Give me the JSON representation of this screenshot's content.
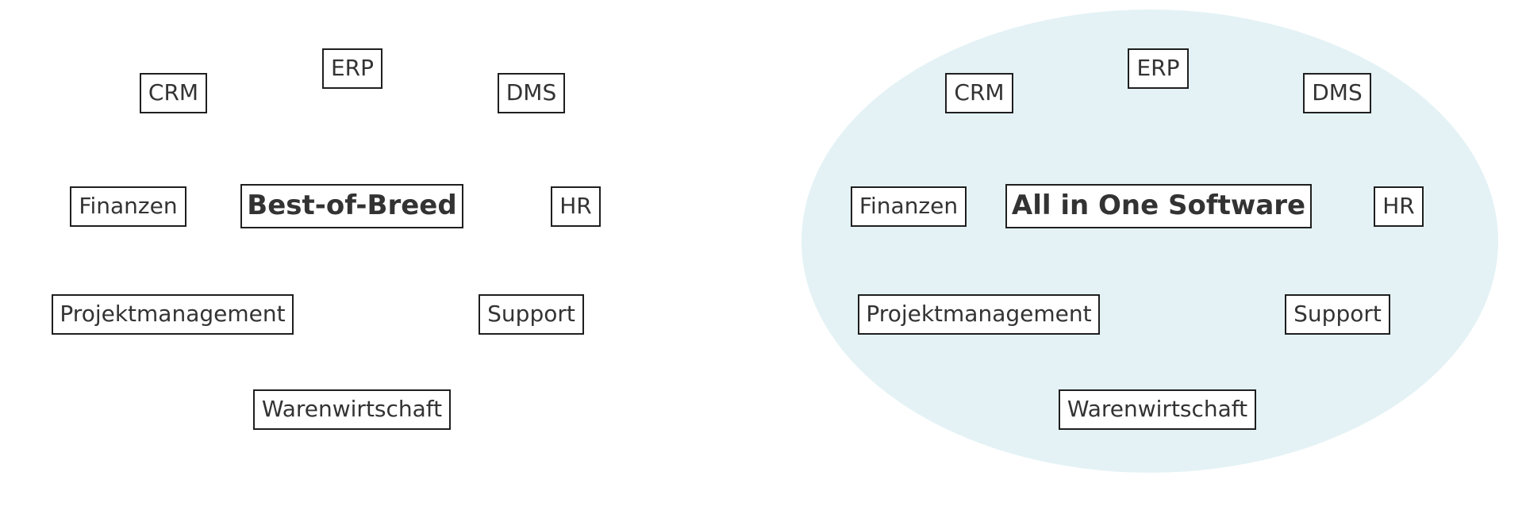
{
  "colors": {
    "ellipse_fill": "#e4f2f5",
    "box_border": "#1f1f1f",
    "text": "#333333"
  },
  "left_diagram": {
    "center": "Best-of-Breed",
    "nodes": {
      "crm": "CRM",
      "erp": "ERP",
      "dms": "DMS",
      "finanzen": "Finanzen",
      "hr": "HR",
      "projektmanagement": "Projektmanagement",
      "support": "Support",
      "warenwirtschaft": "Warenwirtschaft"
    }
  },
  "right_diagram": {
    "center": "All in One Software",
    "nodes": {
      "crm": "CRM",
      "erp": "ERP",
      "dms": "DMS",
      "finanzen": "Finanzen",
      "hr": "HR",
      "projektmanagement": "Projektmanagement",
      "support": "Support",
      "warenwirtschaft": "Warenwirtschaft"
    }
  }
}
